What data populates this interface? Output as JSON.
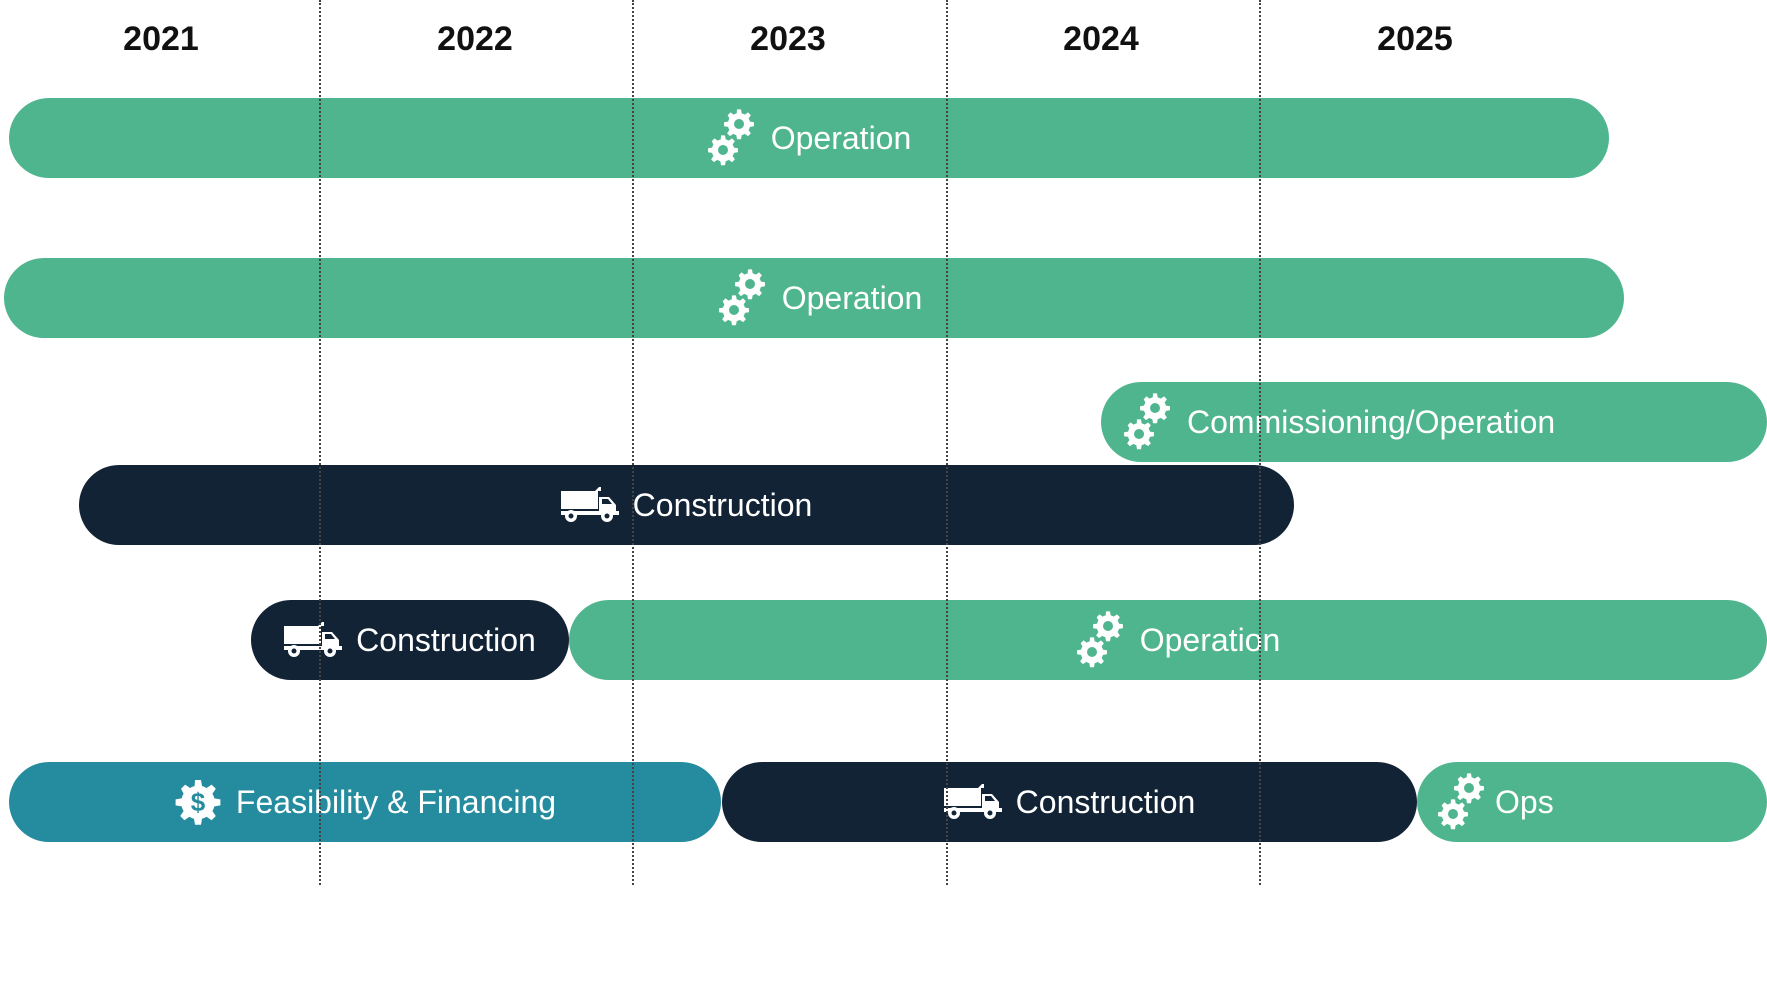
{
  "years": [
    "2021",
    "2022",
    "2023",
    "2024",
    "2025"
  ],
  "colors": {
    "operation": "#4fb58f",
    "construction": "#122336",
    "financing": "#248c9e"
  },
  "rows": [
    {
      "bars": [
        {
          "label": "Operation",
          "icon": "gears-icon",
          "kind": "operation"
        }
      ]
    },
    {
      "bars": [
        {
          "label": "Operation",
          "icon": "gears-icon",
          "kind": "operation"
        }
      ]
    },
    {
      "bars": [
        {
          "label": "Commissioning/Operation",
          "icon": "gears-icon",
          "kind": "operation"
        }
      ]
    },
    {
      "bars": [
        {
          "label": "Construction",
          "icon": "truck-icon",
          "kind": "construction"
        }
      ]
    },
    {
      "bars": [
        {
          "label": "Construction",
          "icon": "truck-icon",
          "kind": "construction"
        },
        {
          "label": "Operation",
          "icon": "gears-icon",
          "kind": "operation"
        }
      ]
    },
    {
      "bars": [
        {
          "label": "Feasibility & Financing",
          "icon": "dollar-gear-icon",
          "kind": "financing"
        },
        {
          "label": "Construction",
          "icon": "truck-icon",
          "kind": "construction"
        },
        {
          "label": "Ops",
          "icon": "gears-icon",
          "kind": "operation"
        }
      ]
    }
  ]
}
